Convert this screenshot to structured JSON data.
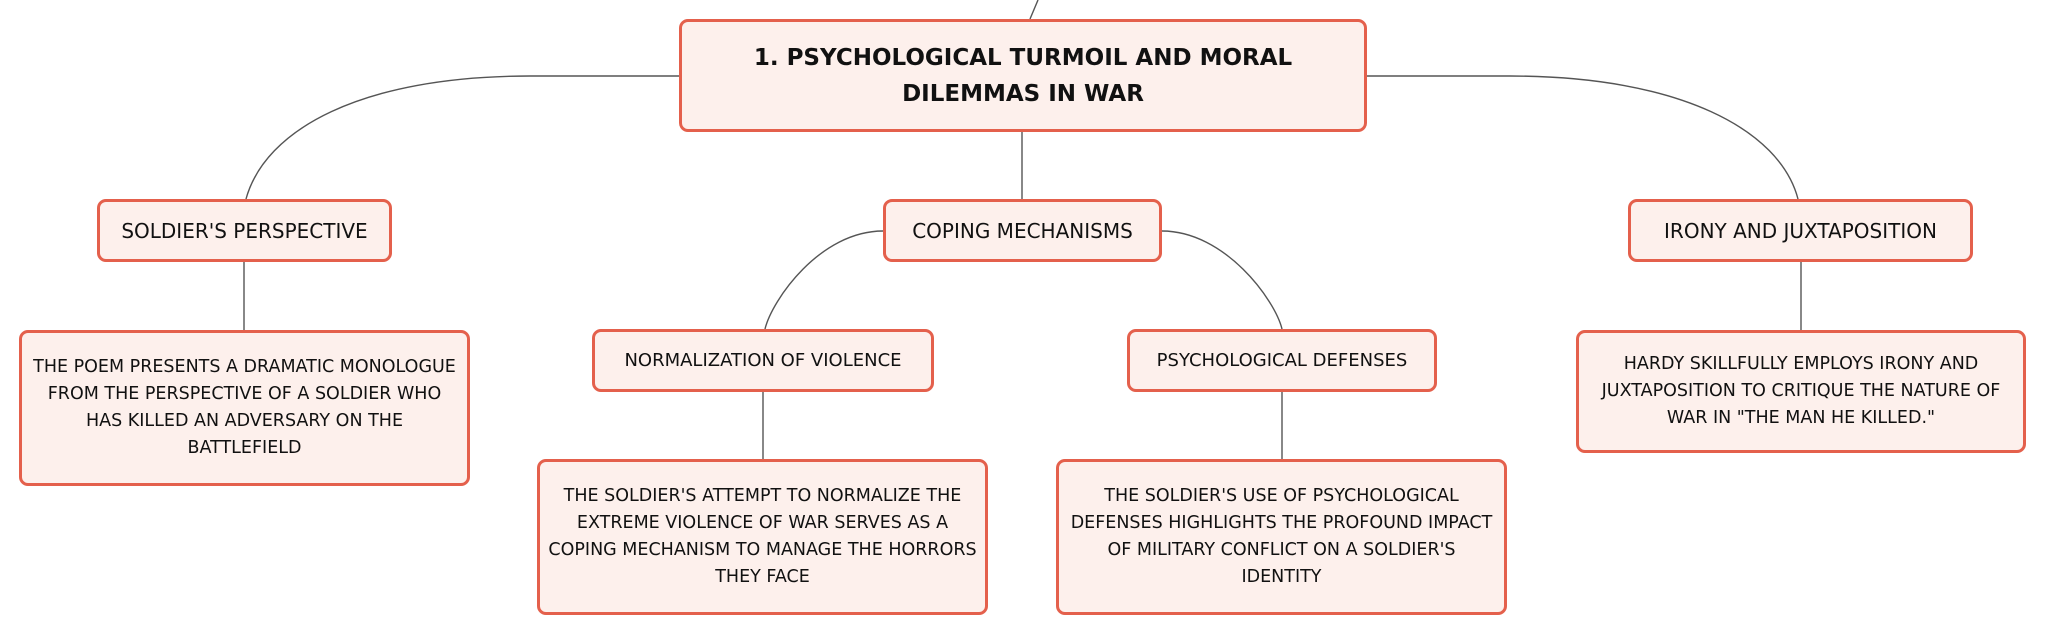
{
  "mindmap": {
    "root": {
      "label": "1. PSYCHOLOGICAL TURMOIL AND MORAL DILEMMAS IN WAR"
    },
    "branches": [
      {
        "label": "SOLDIER'S PERSPECTIVE",
        "detail": "THE POEM PRESENTS A DRAMATIC MONOLOGUE FROM THE PERSPECTIVE OF A SOLDIER WHO HAS KILLED AN ADVERSARY ON THE BATTLEFIELD"
      },
      {
        "label": "COPING MECHANISMS",
        "children": [
          {
            "label": "NORMALIZATION OF VIOLENCE",
            "detail": "THE SOLDIER'S ATTEMPT TO NORMALIZE THE EXTREME VIOLENCE OF WAR SERVES AS A COPING MECHANISM TO MANAGE THE HORRORS THEY FACE"
          },
          {
            "label": "PSYCHOLOGICAL DEFENSES",
            "detail": "THE SOLDIER'S USE OF PSYCHOLOGICAL DEFENSES HIGHLIGHTS THE PROFOUND IMPACT OF MILITARY CONFLICT ON A SOLDIER'S IDENTITY"
          }
        ]
      },
      {
        "label": "IRONY AND JUXTAPOSITION",
        "detail": "HARDY SKILLFULLY EMPLOYS IRONY AND JUXTAPOSITION TO CRITIQUE THE NATURE OF WAR IN \"THE MAN HE KILLED.\""
      }
    ]
  },
  "colors": {
    "node_fill": "#fdf0ec",
    "node_border": "#e4604c",
    "connector": "#555555",
    "text": "#111111"
  }
}
